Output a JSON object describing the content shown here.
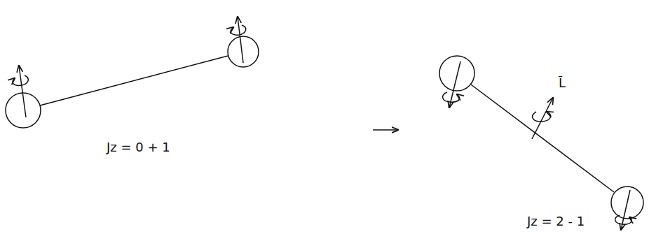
{
  "diagram": {
    "labels": [
      "Jz = 0 + 1",
      "L̄",
      "Jz = 2 - 1"
    ]
  }
}
